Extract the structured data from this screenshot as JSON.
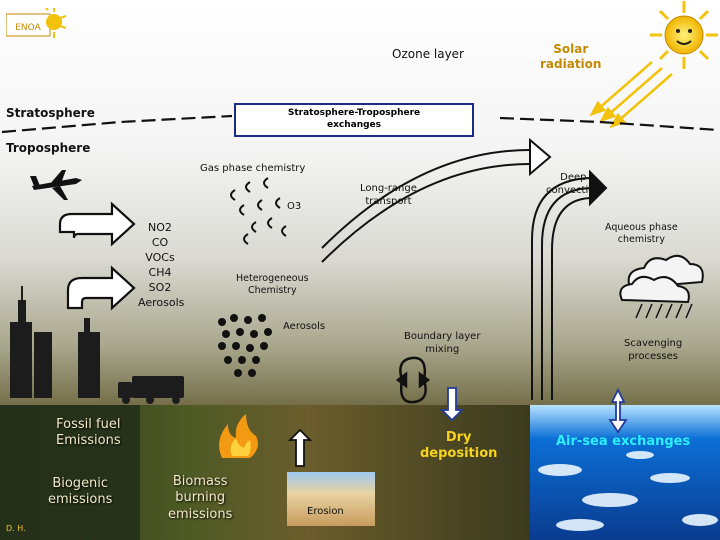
{
  "logo_text": "ENOA",
  "labels": {
    "ozone_layer": "Ozone layer",
    "solar_radiation": "Solar\nradiation",
    "stratosphere": "Stratosphere",
    "troposphere": "Troposphere",
    "strat_trop_exchanges": "Stratosphere-Troposphere\nexchanges",
    "gas_phase_chemistry": "Gas phase chemistry",
    "o3": "O3",
    "long_range_transport": "Long-range\ntransport",
    "deep_convection": "Deep\nconvection",
    "aqueous_phase_chemistry": "Aqueous phase\nchemistry",
    "heterogeneous_chemistry": "Heterogeneous\nChemistry",
    "aerosols": "Aerosols",
    "boundary_layer_mixing": "Boundary layer\nmixing",
    "scavenging_processes": "Scavenging\nprocesses",
    "fossil_fuel_emissions": "Fossil  fuel\nEmissions",
    "dry_deposition": "Dry\ndeposition",
    "air_sea_exchanges": "Air-sea  exchanges",
    "biogenic_emissions": "Biogenic\nemissions",
    "biomass_burning_emissions": "Biomass\nburning\nemissions",
    "erosion": "Erosion",
    "author": "D. H."
  },
  "species": [
    "NO2",
    "CO",
    "VOCs",
    "CH4",
    "SO2",
    "Aerosols"
  ],
  "colors": {
    "box_border": "#1b2d80",
    "air_sea_text": "#2cf0ff",
    "dry_deposition_text": "#f7d21e",
    "solar_text": "#c58a00",
    "sun_rays": "#f3c20b"
  }
}
